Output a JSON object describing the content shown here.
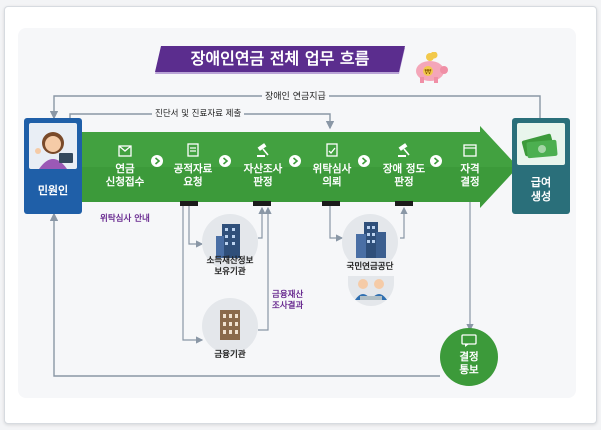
{
  "title": "장애인연금 전체 업무 흐름",
  "top_flows": {
    "pension_payment": "장애인 연금지급",
    "diagnosis_submission": "진단서 및 진료자료 제출"
  },
  "applicant": {
    "label": "민원인"
  },
  "output": {
    "label_line1": "급여",
    "label_line2": "생성"
  },
  "stages": [
    {
      "line1": "연금",
      "line2": "신청접수"
    },
    {
      "line1": "공적자료",
      "line2": "요청"
    },
    {
      "line1": "자산조사",
      "line2": "판정"
    },
    {
      "line1": "위탁심사",
      "line2": "의뢰"
    },
    {
      "line1": "장애 정도",
      "line2": "판정"
    },
    {
      "line1": "자격",
      "line2": "결정"
    }
  ],
  "notes": {
    "consignment_notice": "위탁심사 안내",
    "financial_result_line1": "금융재산",
    "financial_result_line2": "조사결과"
  },
  "institutions": {
    "income_property": {
      "line1": "소득재산정보",
      "line2": "보유기관"
    },
    "financial": {
      "label": "금융기관"
    },
    "nps": {
      "label": "국민연금공단"
    }
  },
  "decision_notice": {
    "line1": "결정",
    "line2": "통보"
  },
  "colors": {
    "green": "#3c9a3a",
    "green_dark": "#2e7d2c",
    "teal": "#2a6f7a",
    "blue": "#1f5fa8",
    "purple": "#5b2d8e",
    "arrow_gray": "#8a97a6"
  }
}
